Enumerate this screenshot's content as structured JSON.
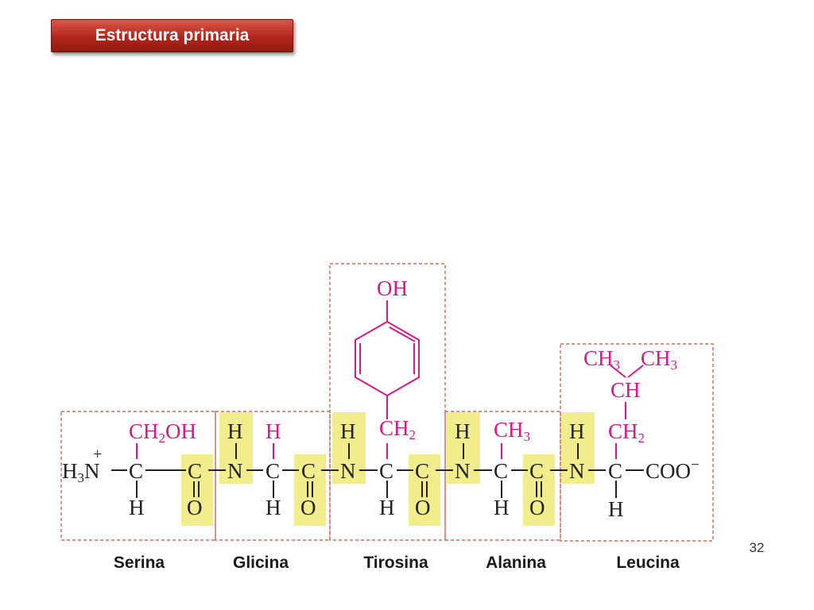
{
  "title": "Estructura primaria",
  "page_number": "32",
  "amino_acids": [
    "Serina",
    "Glicina",
    "Tirosina",
    "Alanina",
    "Leucina"
  ],
  "colors": {
    "title_bg": "#b3261b",
    "side_chain": "#d6188a",
    "highlight": "#f2ed8c",
    "box_border": "#c0503a",
    "backbone": "#222222"
  },
  "structure": {
    "n_terminus": {
      "main": "H",
      "sub": "3",
      "atom": "N",
      "charge": "+"
    },
    "c_terminus": {
      "main": "COO",
      "charge": "−"
    },
    "carbon": "C",
    "nitrogen": "N",
    "oxygen": "O",
    "hydrogen": "H",
    "side_chains": {
      "serina": {
        "a": "CH",
        "sub": "2",
        "b": "OH"
      },
      "glicina": "H",
      "tirosina": {
        "ring_top": "OH",
        "base": "CH",
        "sub": "2"
      },
      "alanina": {
        "a": "CH",
        "sub": "3"
      },
      "leucina": {
        "ch3": "CH",
        "sub": "3",
        "ch": "CH",
        "ch2": "CH",
        "sub2": "2"
      }
    }
  }
}
